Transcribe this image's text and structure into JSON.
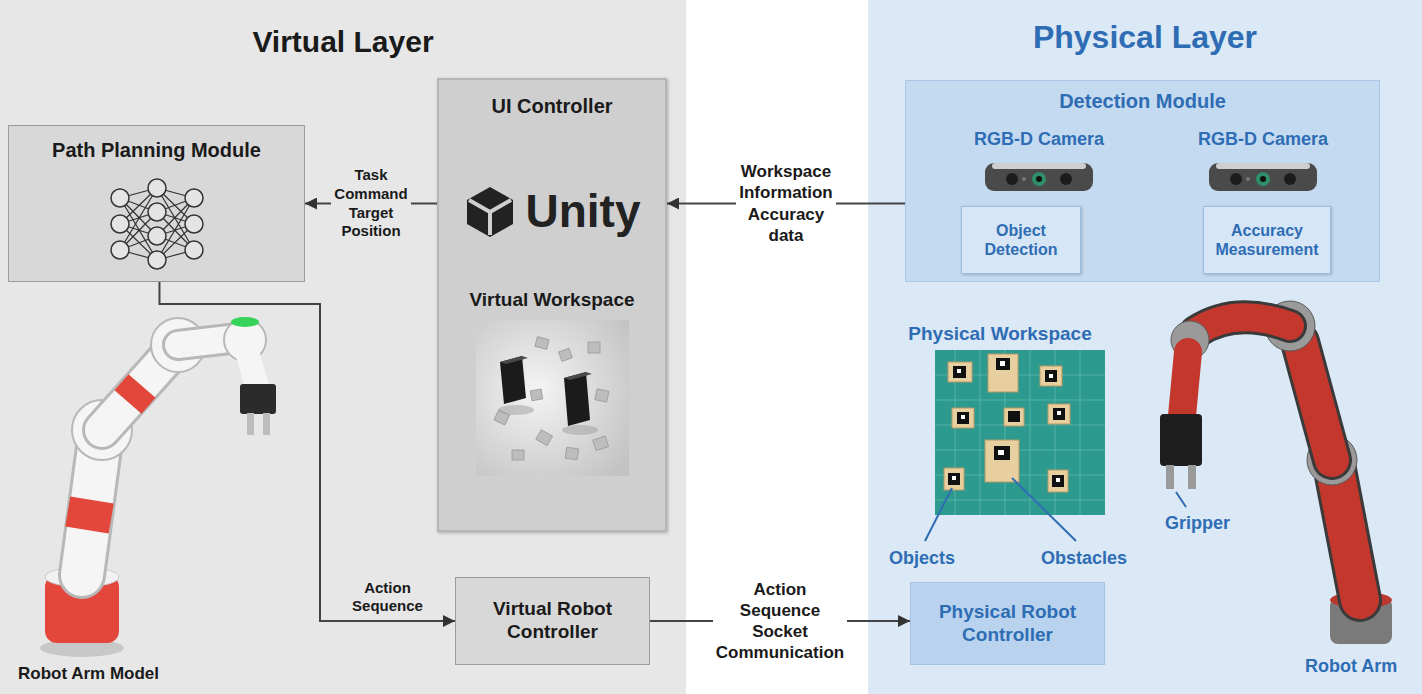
{
  "diagram": {
    "nodes": [
      {
        "text": [
          "Virtual Layer"
        ]
      },
      {
        "text": [
          "Path Planning Module"
        ],
        "in": 0
      },
      {
        "text": [
          "UI Controller",
          "Unity",
          "Virtual Workspace"
        ],
        "in": 0
      },
      {
        "text": [
          "Virtual Robot Controller"
        ],
        "in": 0
      },
      {
        "text": [
          "Physical Layer"
        ]
      },
      {
        "text": [
          "Detection Module"
        ],
        "in": 4
      },
      {
        "text": [
          "Object Detection"
        ],
        "in": 5
      },
      {
        "text": [
          "Accuracy Measurement"
        ],
        "in": 5
      },
      {
        "text": [
          "Physical Robot Controller"
        ],
        "in": 4
      }
    ],
    "edges": [
      {
        "from": 2,
        "to": 1,
        "label": "Task Command Target Position",
        "arrow": "to"
      },
      {
        "from": 5,
        "to": 2,
        "label": "Workspace Information Accuracy data",
        "arrow": "to"
      },
      {
        "from": 1,
        "to": 3,
        "label": "Action Sequence",
        "arrow": "to"
      },
      {
        "from": 3,
        "to": 8,
        "label": "Action Sequence Socket Communication",
        "arrow": "to"
      }
    ],
    "labels": [
      "Robot Arm Model",
      "RGB-D Camera",
      "RGB-D Camera",
      "Physical Workspace",
      "Objects",
      "Obstacles",
      "Gripper",
      "Robot Arm"
    ]
  }
}
